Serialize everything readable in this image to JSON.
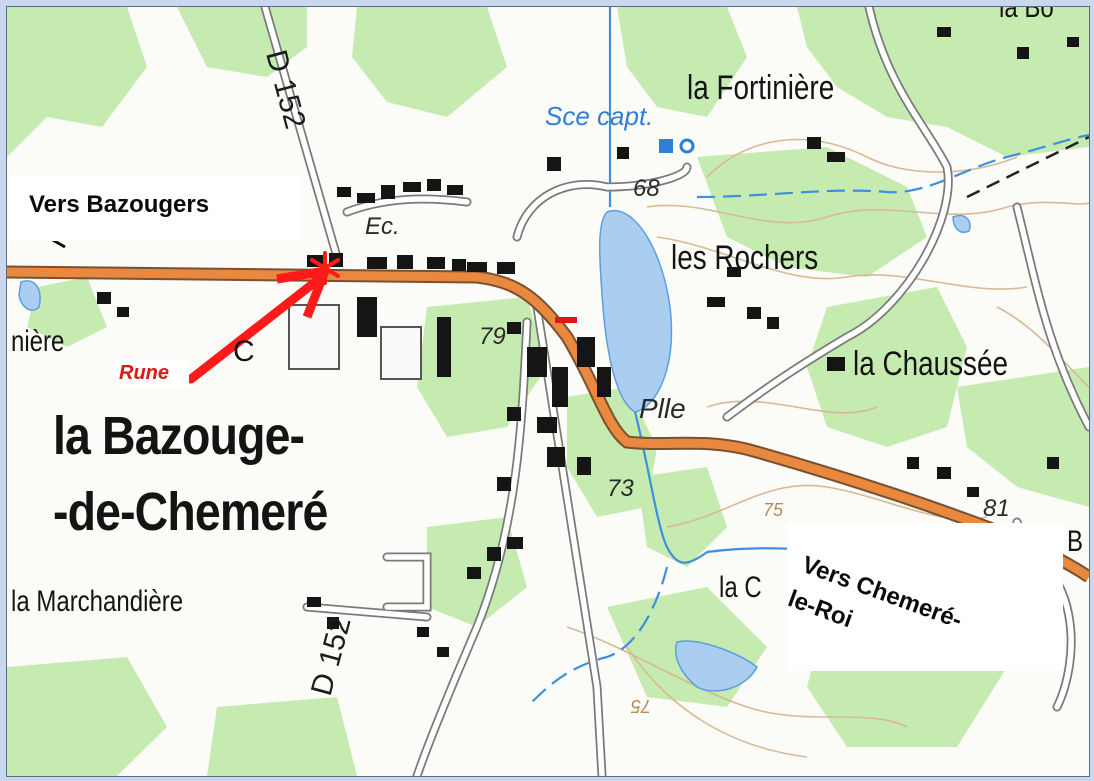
{
  "map": {
    "roads": {
      "d152_north": "D 152",
      "d152_south": "D 152"
    },
    "places": {
      "town_line1": "la Bazouge-",
      "town_line2": "-de-Chemeré",
      "fortiniere": "la Fortinière",
      "rochers": "les Rochers",
      "chaussee": "la Chaussée",
      "marchandiere": "la Marchandière",
      "niere": "nière",
      "la_c": "la C",
      "top_right": "la Bo",
      "right_b": "B"
    },
    "features": {
      "spring": "Sce capt.",
      "school": "Ec.",
      "plle": "Plle",
      "c_letter": "C"
    },
    "altitudes": {
      "a68": "68",
      "a79": "79",
      "a73": "73",
      "a75": "75",
      "a81": "81",
      "a75_lower": "75"
    },
    "annotations": {
      "vers_bazougers": "Vers Bazougers",
      "vers_chemere_line1": "Vers Chemeré-",
      "vers_chemere_line2": "le-Roi",
      "rune": "Rune",
      "arrow_color": "#ff1a1a",
      "main_road_color": "#e8893f"
    },
    "colors": {
      "forest": "#c3ecae",
      "water": "#a9cdef",
      "contour": "#d3b48f",
      "building": "#151515"
    }
  }
}
